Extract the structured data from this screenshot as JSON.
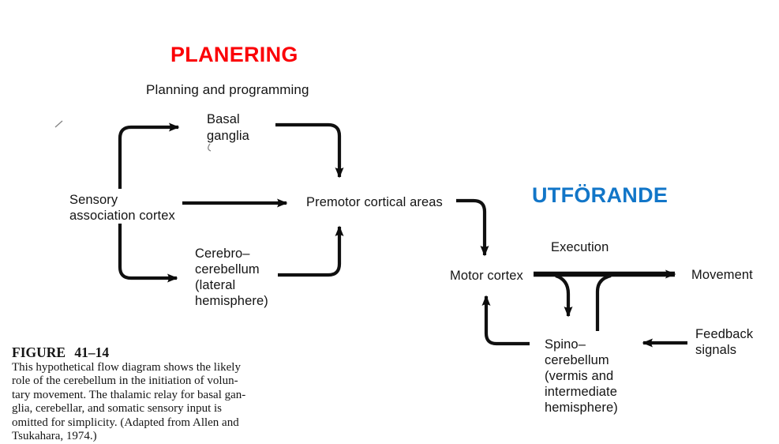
{
  "planning_section": {
    "heading": "PLANERING",
    "heading_color": "#FB0207",
    "subheading": "Planning and programming"
  },
  "execution_section": {
    "heading": "UTFÖRANDE",
    "heading_color": "#1276C8",
    "subheading": "Execution"
  },
  "nodes": {
    "basal_ganglia": "Basal\nganglia",
    "sensory_association_cortex": "Sensory\nassociation cortex",
    "premotor_cortical_areas": "Premotor cortical areas",
    "cerebro_cerebellum": "Cerebro–\ncerebellum\n(lateral\nhemisphere)",
    "motor_cortex": "Motor cortex",
    "movement": "Movement",
    "spino_cerebellum": "Spino–\ncerebellum\n(vermis and\nintermediate\nhemisphere)",
    "feedback_signals": "Feedback\nsignals"
  },
  "caption": {
    "figure_label": "FIGURE 41–14",
    "text": "This hypothetical flow diagram shows the likely\nrole of the cerebellum in the initiation of volun-\ntary movement. The thalamic relay for basal gan-\nglia, cerebellar, and somatic sensory input is\nomitted for simplicity. (Adapted from Allen and\nTsukahara, 1974.)"
  },
  "ink_color": "#101010"
}
